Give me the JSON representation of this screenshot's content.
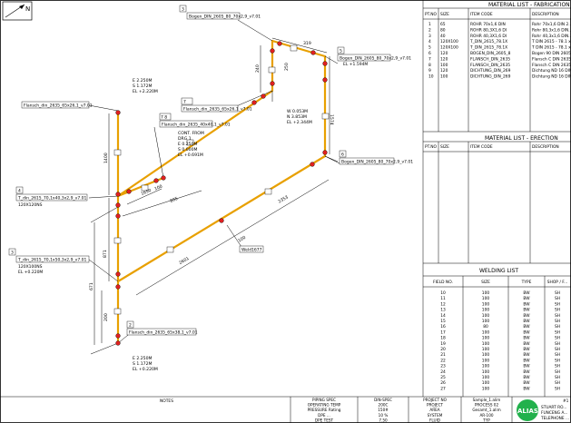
{
  "north": "N",
  "tags": {
    "bogen_top": "Bogen_DIN_2605_80_70x2,9_v7.01",
    "bogen_right": "Bogen_DIN_2605_80_70x2,9_v7.01",
    "bogen_mid": "Bogen_DIN_2605_80_70x2,9_v7.01",
    "flansch_top": "Flansch_din_2635_65x26,1_v7.01",
    "flansch_mid": "Flansch_din_2635_65x26,1_v7.01",
    "flansch_bot": "Flansch_din_2635_65x38,1_v7.01",
    "cont_tag": "Flansch_din_2635_40x40,1_v7.01",
    "tee_upper": "T_din_2615_70,1x40,3x2,9_v7.01",
    "tee_upper_size": "120X120NS",
    "tee_lower": "T_din_2615_70,1x50,3x2,9_v7.01",
    "tee_lower_size": "120X100NS",
    "elbow_count": "3",
    "elbow_right_num": "5",
    "elbow_mid_num": "6",
    "flange_upper_num": "7",
    "cont_num": "7 8",
    "tee_upper_num": "4",
    "tee_lower_num": "3",
    "flange_bot_num": "2",
    "weld_no": "Weld1677"
  },
  "coords": {
    "top_e": "E 2.250M",
    "top_s": "S 1.172M",
    "top_el": "EL +2.220M",
    "cont_title": "CONT. FROM",
    "cont_dwg": "DRG 1",
    "cont_e": "E 0.250M",
    "cont_s": "S 0.000M",
    "cont_el": "EL +0.691M",
    "right_w": "W 0.053M",
    "right_n": "N 3.853M",
    "right_el": "EL +2.344M",
    "right_top_el": "EL +1.594M",
    "bot_e": "E 2.250M",
    "bot_s": "S 1.172M",
    "bot_el": "EL +0.220M",
    "low_el": "EL +0.220M"
  },
  "dims": {
    "d1": "319",
    "d2": "1400",
    "d3": "240",
    "d4": "1574",
    "d5": "250",
    "d6": "2353",
    "d7": "100",
    "d8": "871",
    "d9": "671",
    "d10": "200",
    "d11": "2601",
    "d12": "895",
    "d13": "1650",
    "d14": "100"
  },
  "fabrication": {
    "title": "MATERIAL LIST - FABRICATION",
    "headers": [
      "PT.NO",
      "SIZE",
      "ITEM CODE",
      "DESCRIPTION"
    ],
    "rows": [
      [
        "1",
        "65",
        "ROHR 70x1,6 DIN",
        "Rohr 70x1,6 DIN 2..."
      ],
      [
        "2",
        "80",
        "ROHR 80,3X1,6 DI",
        "Rohr 80,3x1,6 DIN..."
      ],
      [
        "3",
        "40",
        "ROHR 40,3X1,6 DI",
        "Rohr 40,3x1,6 DIN..."
      ],
      [
        "4",
        "120X100",
        "T_DIN_2615_78.1X",
        "T DIN 2615 - 78.1 x..."
      ],
      [
        "5",
        "120X100",
        "T_DIN_2615_78.1X",
        "T DIN 2615 - 78.1 x..."
      ],
      [
        "6",
        "120",
        "BOGEN_DIN_2605_8",
        "Bogen 90 DIN 2605..."
      ],
      [
        "7",
        "120",
        "FLANSCH_DIN_2635",
        "Flansch C DIN 2635..."
      ],
      [
        "8",
        "100",
        "FLANSCH_DIN_2635",
        "Flansch C DIN 2635..."
      ],
      [
        "9",
        "120",
        "DICHTUNG_DIN_269",
        "Dichtung ND 16 DIN..."
      ],
      [
        "10",
        "100",
        "DICHTUNG_DIN_269",
        "Dichtung ND 16 DIN..."
      ]
    ]
  },
  "erection": {
    "title": "MATERIAL LIST - ERECTION",
    "headers": [
      "PT.NO",
      "SIZE",
      "ITEM CODE",
      "DESCRIPTION"
    ]
  },
  "welding": {
    "title": "WELDING LIST",
    "headers": [
      "FIELD NO.",
      "SIZE",
      "TYPE",
      "SHOP / F..."
    ],
    "rows": [
      [
        "10",
        "100",
        "BW",
        "SH"
      ],
      [
        "11",
        "100",
        "BW",
        "SH"
      ],
      [
        "12",
        "100",
        "BW",
        "SH"
      ],
      [
        "13",
        "100",
        "BW",
        "SH"
      ],
      [
        "14",
        "100",
        "BW",
        "SH"
      ],
      [
        "15",
        "100",
        "BW",
        "SH"
      ],
      [
        "16",
        "80",
        "BW",
        "SH"
      ],
      [
        "17",
        "100",
        "BW",
        "SH"
      ],
      [
        "18",
        "100",
        "BW",
        "SH"
      ],
      [
        "19",
        "100",
        "BW",
        "SH"
      ],
      [
        "20",
        "100",
        "BW",
        "SH"
      ],
      [
        "21",
        "100",
        "BW",
        "SH"
      ],
      [
        "22",
        "100",
        "BW",
        "SH"
      ],
      [
        "23",
        "100",
        "BW",
        "SH"
      ],
      [
        "24",
        "100",
        "BW",
        "SH"
      ],
      [
        "25",
        "100",
        "BW",
        "SH"
      ],
      [
        "26",
        "100",
        "BW",
        "SH"
      ],
      [
        "27",
        "100",
        "BW",
        "SH"
      ]
    ]
  },
  "titleblock": {
    "notes": "NOTES",
    "left_rows": [
      [
        "PIPING SPEC",
        "DIN-SPEC"
      ],
      [
        "OPERATING TEMP",
        "200C"
      ],
      [
        "PRESSURE Rating",
        "150#"
      ],
      [
        "DPE  ...",
        "10 %"
      ],
      [
        "DPE TEST",
        "7.50"
      ]
    ],
    "right_rows": [
      [
        "PROJECT NO",
        "Sample_1.alim"
      ],
      [
        "PROJECT",
        "PROCESS 02"
      ],
      [
        "AREA",
        "Gesamt_1.alim"
      ],
      [
        "SYSTEM",
        "AR-100"
      ],
      [
        "FLUID",
        "TYP"
      ]
    ],
    "logo": "ALIAS",
    "company_line1": "STUART RO...",
    "company_line2": "FUNCENG A...",
    "company_line3": "TELEPHONE ...",
    "sheet": "#1"
  }
}
